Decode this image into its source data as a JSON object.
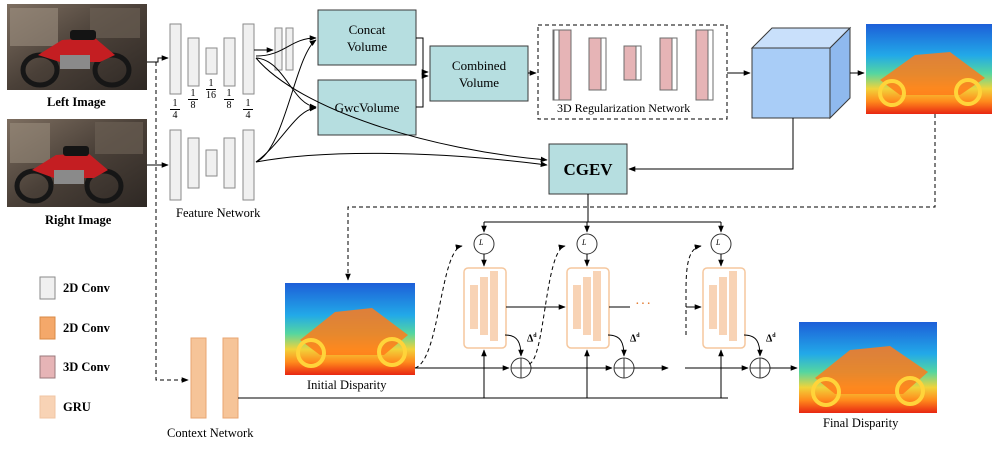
{
  "inputs": {
    "left_label": "Left Image",
    "right_label": "Right Image"
  },
  "feature_network": {
    "label": "Feature Network",
    "scales": [
      {
        "num": "1",
        "den": "4"
      },
      {
        "num": "1",
        "den": "8"
      },
      {
        "num": "1",
        "den": "16"
      },
      {
        "num": "1",
        "den": "8"
      },
      {
        "num": "1",
        "den": "4"
      }
    ]
  },
  "concat_volume": {
    "line1": "Concat",
    "line2": "Volume"
  },
  "gwc_volume": {
    "label": "GwcVolume"
  },
  "combined_volume": {
    "line1": "Combined",
    "line2": "Volume"
  },
  "regularization": {
    "label": "3D Regularization Network"
  },
  "cgev": {
    "label": "CGEV"
  },
  "lookup_symbol": "L",
  "delta_symbol": "Δ",
  "delta_sup": "d",
  "ellipsis": "···",
  "context_network": {
    "label": "Context Network"
  },
  "initial_disparity": {
    "label": "Initial Disparity"
  },
  "final_disparity": {
    "label": "Final Disparity"
  },
  "legend": [
    {
      "label": "2D Conv",
      "color": "#f0f0f0",
      "border": "#8a8a8a"
    },
    {
      "label": "2D Conv",
      "color": "#f4a86a",
      "border": "#d88a46"
    },
    {
      "label": "3D Conv",
      "color": "#e6b4b6",
      "border": "#9a7a7c"
    },
    {
      "label": "GRU",
      "color": "#f8d3b5",
      "border": "#f0c6a3"
    }
  ],
  "colors": {
    "volume_fill": "#b6dee0",
    "volume_border": "#3a3a3a",
    "cube_front": "#a9cdf7",
    "cube_top": "#c9e0fb",
    "cube_side": "#8fb9ee",
    "gru_border": "#f5c79e"
  }
}
